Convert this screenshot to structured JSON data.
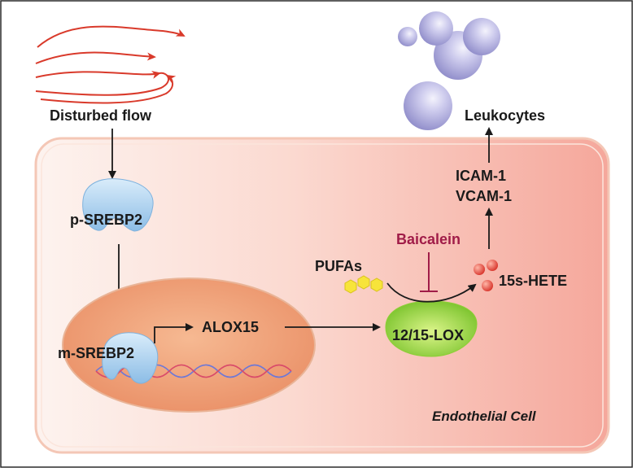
{
  "labels": {
    "disturbed_flow": "Disturbed flow",
    "p_srebp2": "p-SREBP2",
    "m_srebp2": "m-SREBP2",
    "alox15": "ALOX15",
    "lox": "12/15-LOX",
    "pufas": "PUFAs",
    "baicalein": "Baicalein",
    "hete": "15s-HETE",
    "icam": "ICAM-1",
    "vcam": "VCAM-1",
    "leukocytes": "Leukocytes",
    "endothelial_cell": "Endothelial Cell"
  },
  "colors": {
    "flow_arrows": "#d93a2b",
    "cell_fill_light": "#fdf1ec",
    "cell_fill_dark": "#f5a095",
    "nucleus": "#f2a57a",
    "srebp2": "#9ec8ea",
    "lox": "#9fd83c",
    "pufa": "#f7e43a",
    "hete": "#e8483a",
    "leukocyte": "#b3b2e0",
    "inhibitor": "#a01c48",
    "dna_blue": "#6e78d6",
    "dna_red": "#d94b6a"
  }
}
